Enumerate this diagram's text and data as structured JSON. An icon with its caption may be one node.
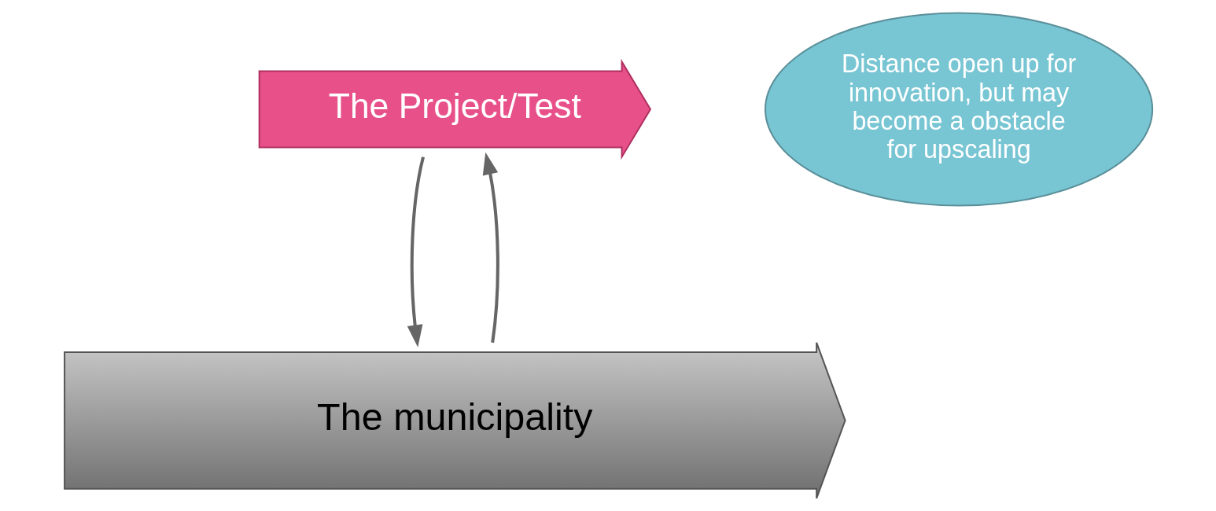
{
  "diagram": {
    "nodes": [
      {
        "text": [
          "The Project/Test"
        ]
      },
      {
        "text": [
          "Distance open up for innovation, but may become a obstacle for upscaling"
        ]
      },
      {
        "text": [
          "The municipality"
        ]
      }
    ],
    "edges": [
      {
        "from": 2,
        "to": 0,
        "arrow": "to"
      },
      {
        "from": 0,
        "to": 2,
        "arrow": "to"
      }
    ]
  }
}
